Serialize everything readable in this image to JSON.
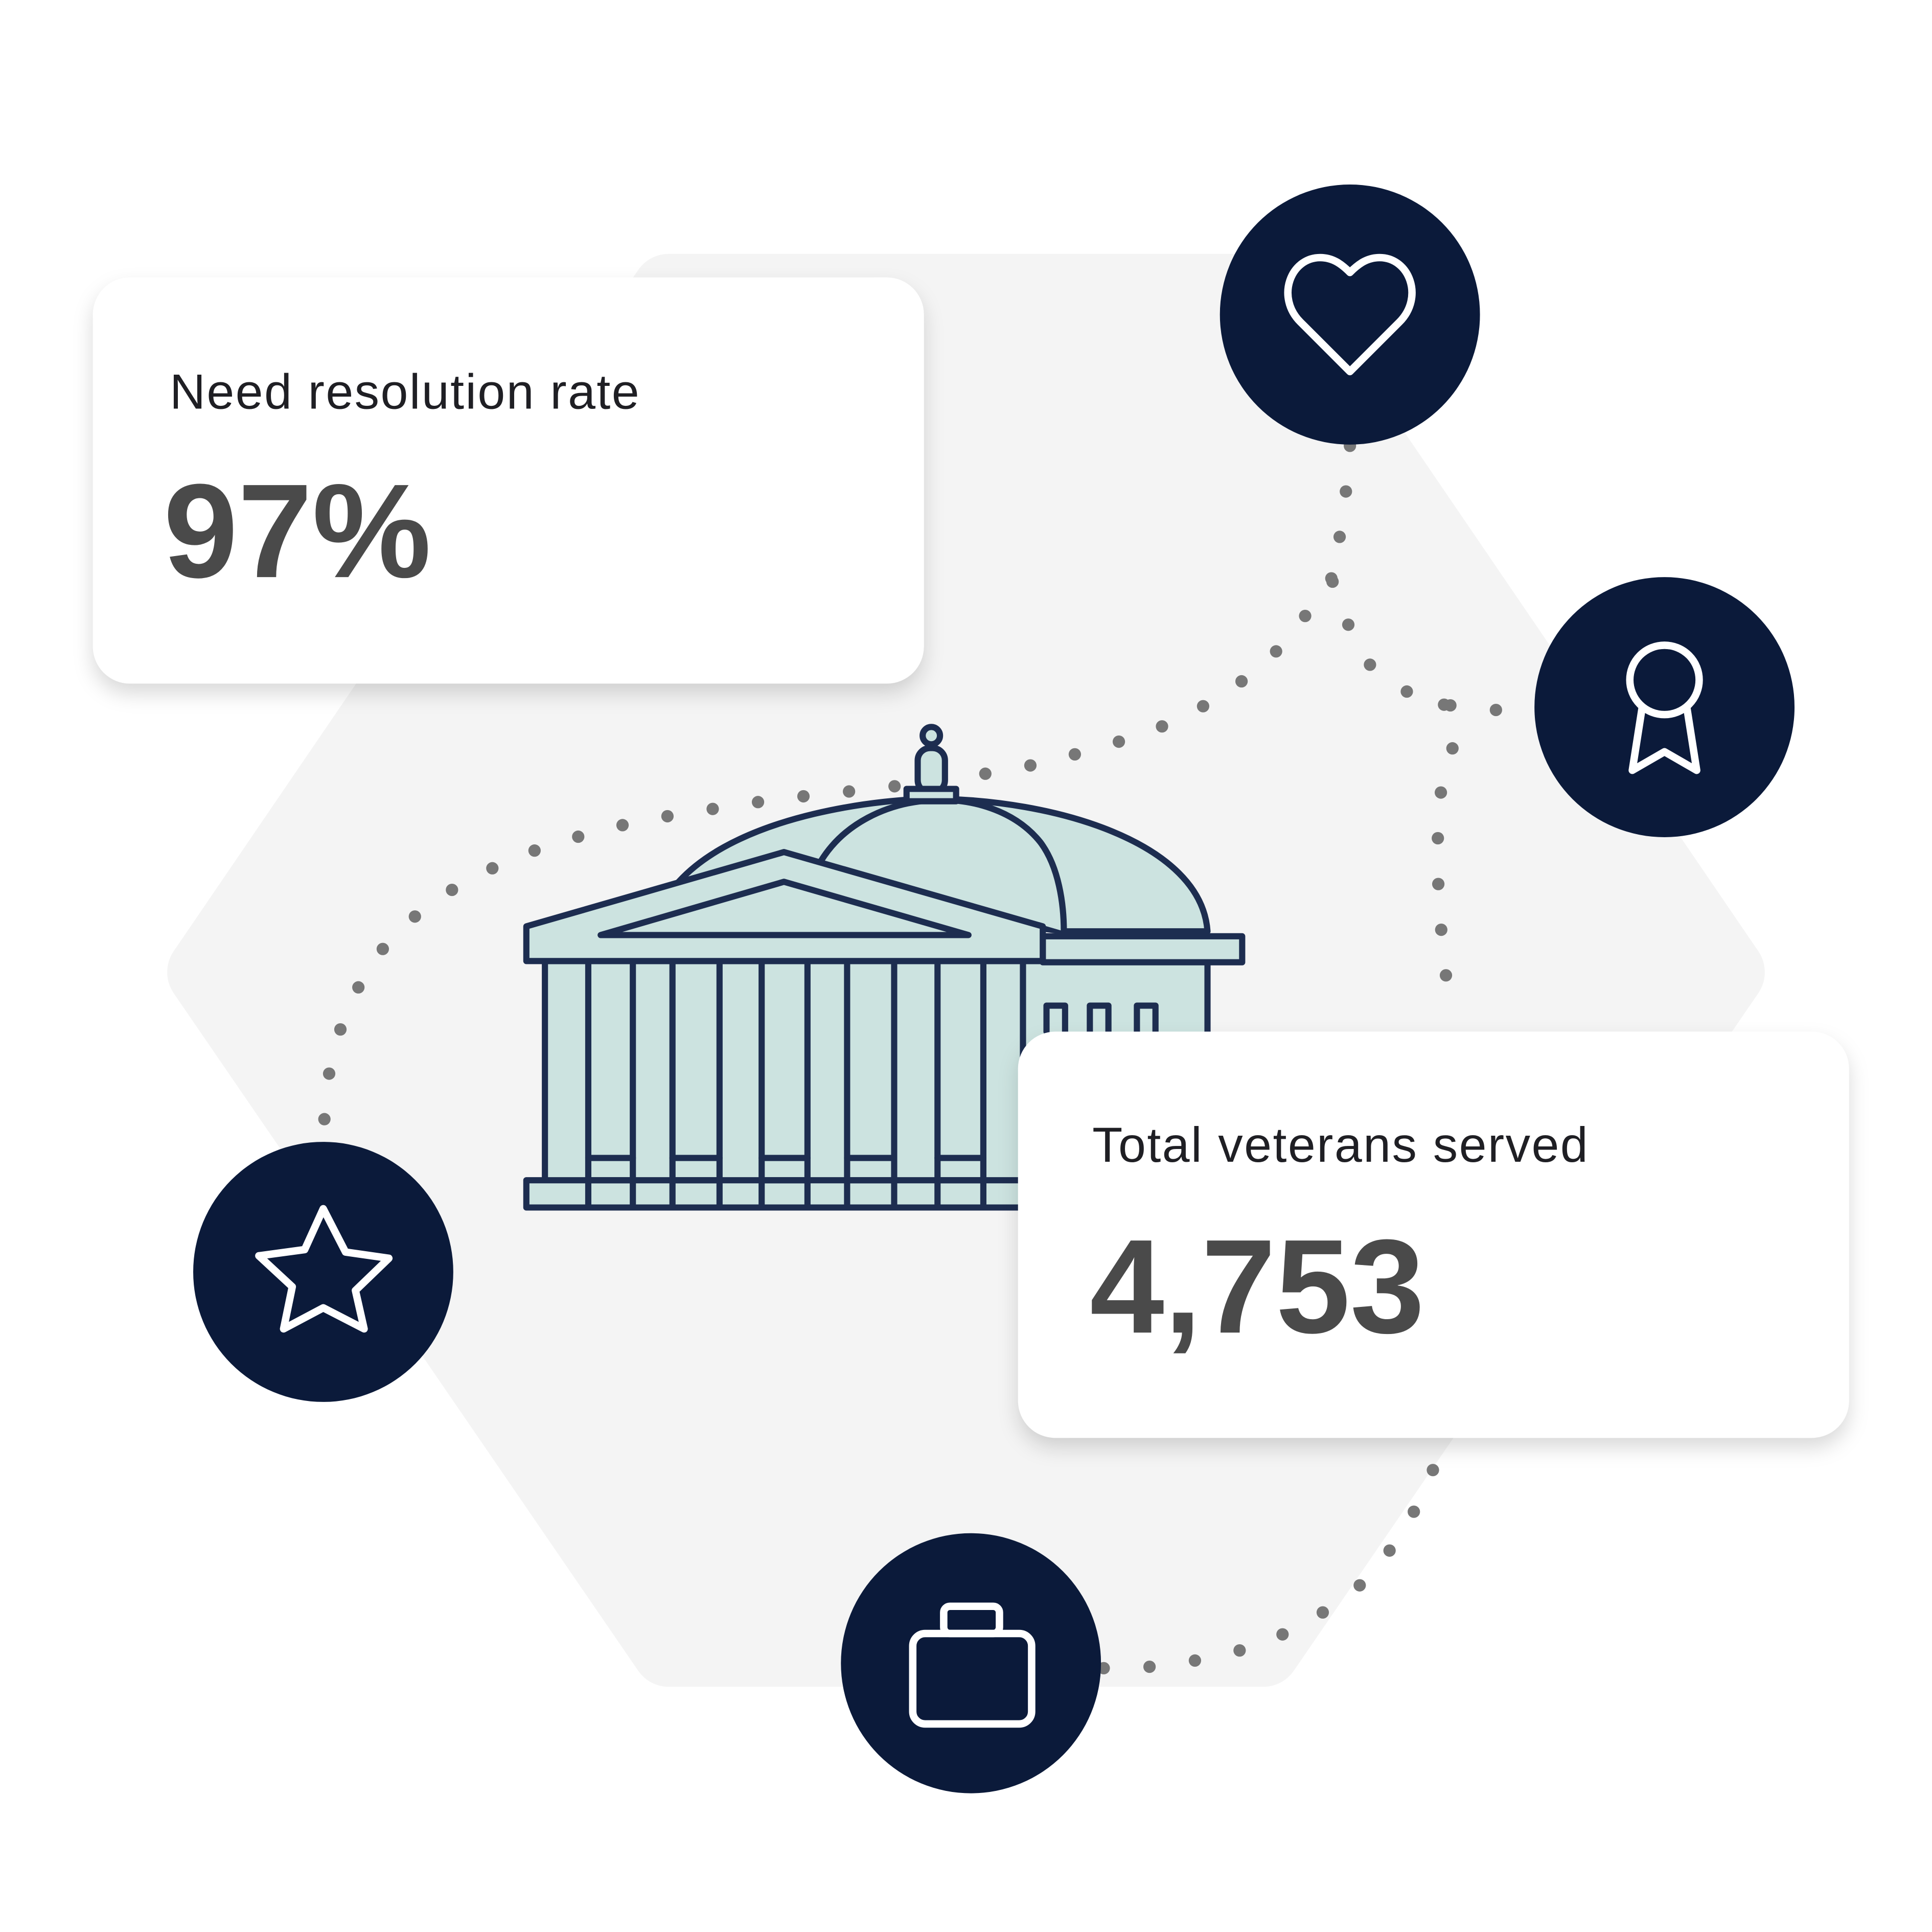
{
  "cards": [
    {
      "label": "Need resolution rate",
      "value": "97%"
    },
    {
      "label": "Total veterans served",
      "value": "4,753"
    }
  ],
  "icons": [
    "heart-icon",
    "award-ribbon-icon",
    "star-icon",
    "briefcase-icon",
    "government-building-icon"
  ],
  "colors": {
    "navy": "#0b1a3a",
    "hexagon": "#f4f4f4",
    "building_fill": "#cce3e0",
    "building_stroke": "#1d2d50",
    "dots": "#777777"
  }
}
